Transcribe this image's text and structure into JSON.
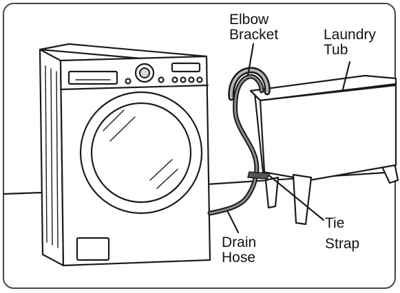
{
  "labels": {
    "elbow_bracket": [
      "Elbow",
      "Bracket"
    ],
    "laundry_tub": [
      "Laundry",
      "Tub"
    ],
    "tie": "Tie",
    "strap": "Strap",
    "drain_hose": [
      "Drain",
      "Hose"
    ]
  }
}
